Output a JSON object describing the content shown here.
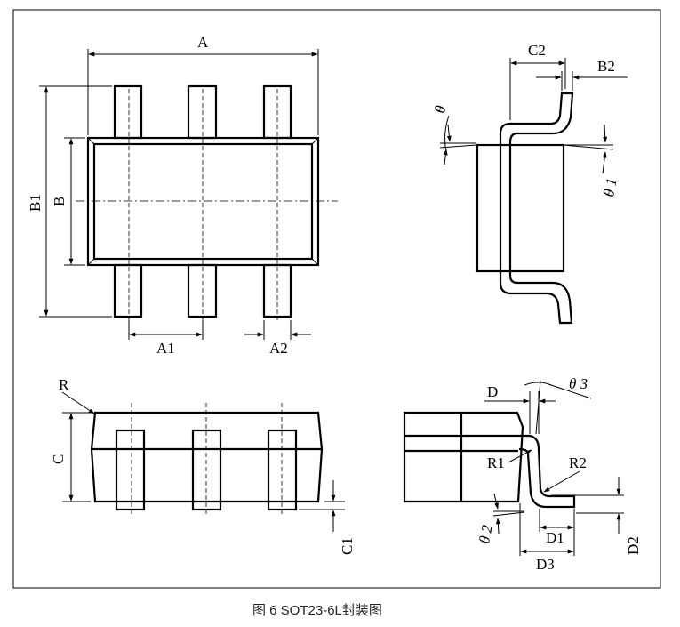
{
  "labels": {
    "A": "A",
    "B": "B",
    "B1": "B1",
    "A1": "A1",
    "A2": "A2",
    "C2": "C2",
    "B2": "B2",
    "theta": "θ",
    "theta1": "θ 1",
    "R": "R",
    "C": "C",
    "C1": "C1",
    "D": "D",
    "theta3": "θ 3",
    "R1": "R1",
    "R2": "R2",
    "theta2": "θ 2",
    "D1": "D1",
    "D2": "D2",
    "D3": "D3"
  },
  "caption": "图 6 SOT23-6L封装图"
}
